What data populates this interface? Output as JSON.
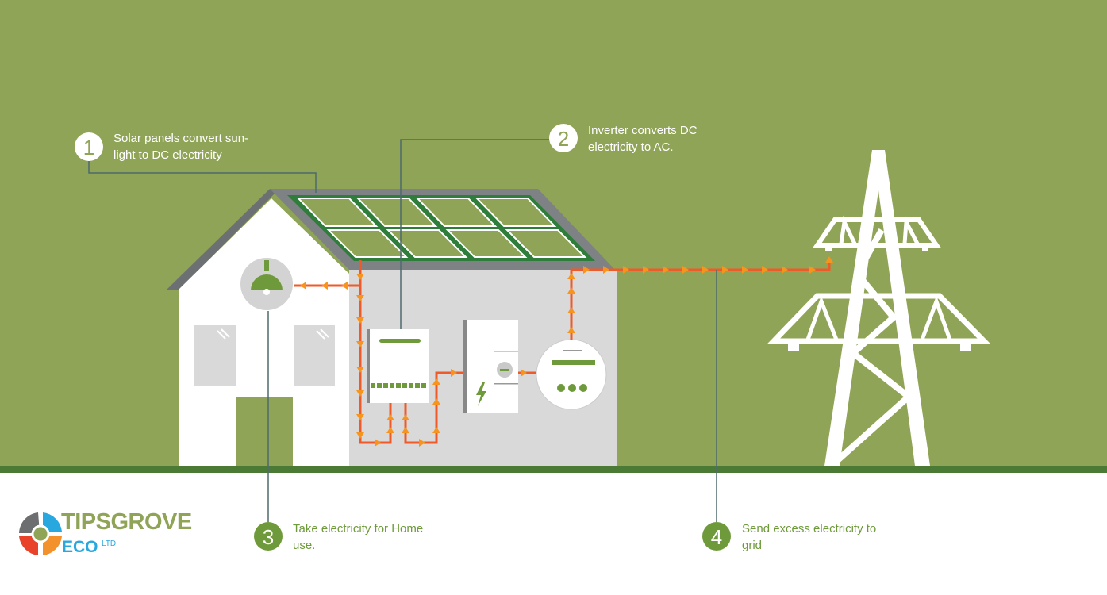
{
  "colors": {
    "sky": "#8fa456",
    "ground": "#4a7a34",
    "roof": "#7f8284",
    "panel_frame": "#2e7d3a",
    "wall": "#ffffff",
    "extension": "#d9d9d9",
    "wire": "#f05a28",
    "arrow": "#f7941d",
    "accent_green": "#6f9a3b"
  },
  "steps": [
    {
      "number": "1",
      "line1": "Solar panels convert sun-",
      "line2": "light to DC electricity"
    },
    {
      "number": "2",
      "line1": "Inverter converts DC",
      "line2": "electricity to AC."
    },
    {
      "number": "3",
      "line1": "Take electricity for Home",
      "line2": "use."
    },
    {
      "number": "4",
      "line1": "Send excess electricity to",
      "line2": "grid"
    }
  ],
  "logo": {
    "name": "TIPSGROVE",
    "sub": "ECO",
    "suffix": "LTD"
  },
  "icons": [
    "solar-panel-icon",
    "house-icon",
    "lamp-icon",
    "inverter-icon",
    "battery-icon",
    "lightning-icon",
    "meter-icon",
    "pylon-icon",
    "logo-mark-icon"
  ]
}
